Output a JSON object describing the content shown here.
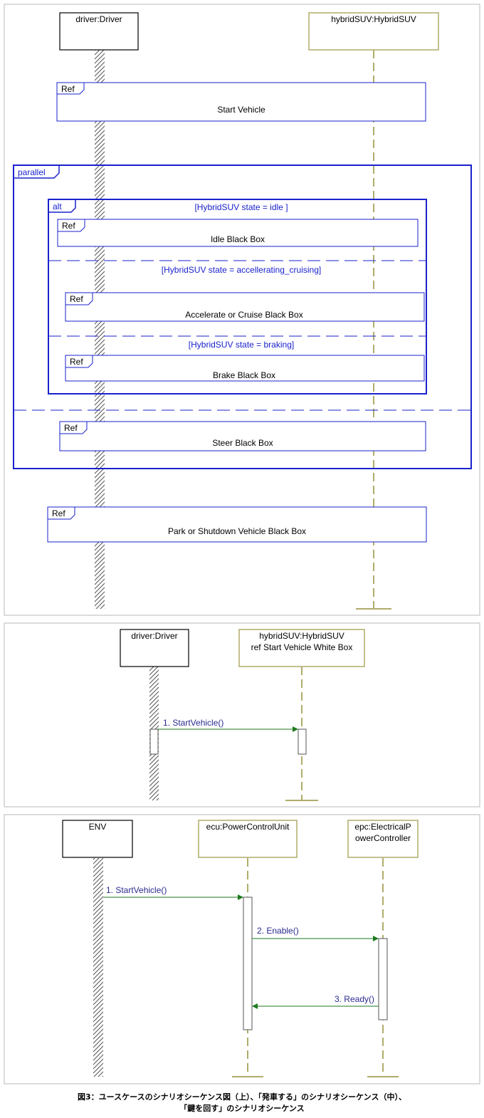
{
  "diagram1": {
    "lifelines": {
      "driver": "driver:Driver",
      "suv": "hybridSUV:HybridSUV"
    },
    "ref_start": {
      "tag": "Ref",
      "label": "Start Vehicle"
    },
    "parallel": {
      "tag": "parallel"
    },
    "alt": {
      "tag": "alt",
      "guard_idle": "[HybridSUV state = idle ]",
      "ref_idle": {
        "tag": "Ref",
        "label": "Idle Black Box"
      },
      "guard_accel": "[HybridSUV state = accellerating_cruising]",
      "ref_accel": {
        "tag": "Ref",
        "label": "Accelerate or Cruise Black Box"
      },
      "guard_brake": "[HybridSUV state = braking]",
      "ref_brake": {
        "tag": "Ref",
        "label": "Brake Black Box"
      }
    },
    "ref_steer": {
      "tag": "Ref",
      "label": "Steer Black Box"
    },
    "ref_park": {
      "tag": "Ref",
      "label": "Park or Shutdown Vehicle Black Box"
    }
  },
  "diagram2": {
    "lifelines": {
      "driver": "driver:Driver",
      "suv_line1": "hybridSUV:HybridSUV",
      "suv_line2": "ref Start Vehicle White Box"
    },
    "messages": [
      {
        "label": "1. StartVehicle()"
      }
    ]
  },
  "diagram3": {
    "lifelines": {
      "env": "ENV",
      "ecu": "ecu:PowerControlUnit",
      "epc_line1": "epc:ElectricalP",
      "epc_line2": "owerController"
    },
    "messages": [
      {
        "label": "1. StartVehicle()"
      },
      {
        "label": "2. Enable()"
      },
      {
        "label": "3. Ready()"
      }
    ]
  },
  "caption": {
    "line1": "図3：ユースケースのシナリオシーケンス図（上）、「発車する」のシナリオシーケンス（中）、",
    "line2": "「鍵を回す」のシナリオシーケンス"
  },
  "colors": {
    "frame_blue": "#1a22cc",
    "lifeline_olive": "#b0ac6a",
    "message_green": "#1e7a1e"
  }
}
